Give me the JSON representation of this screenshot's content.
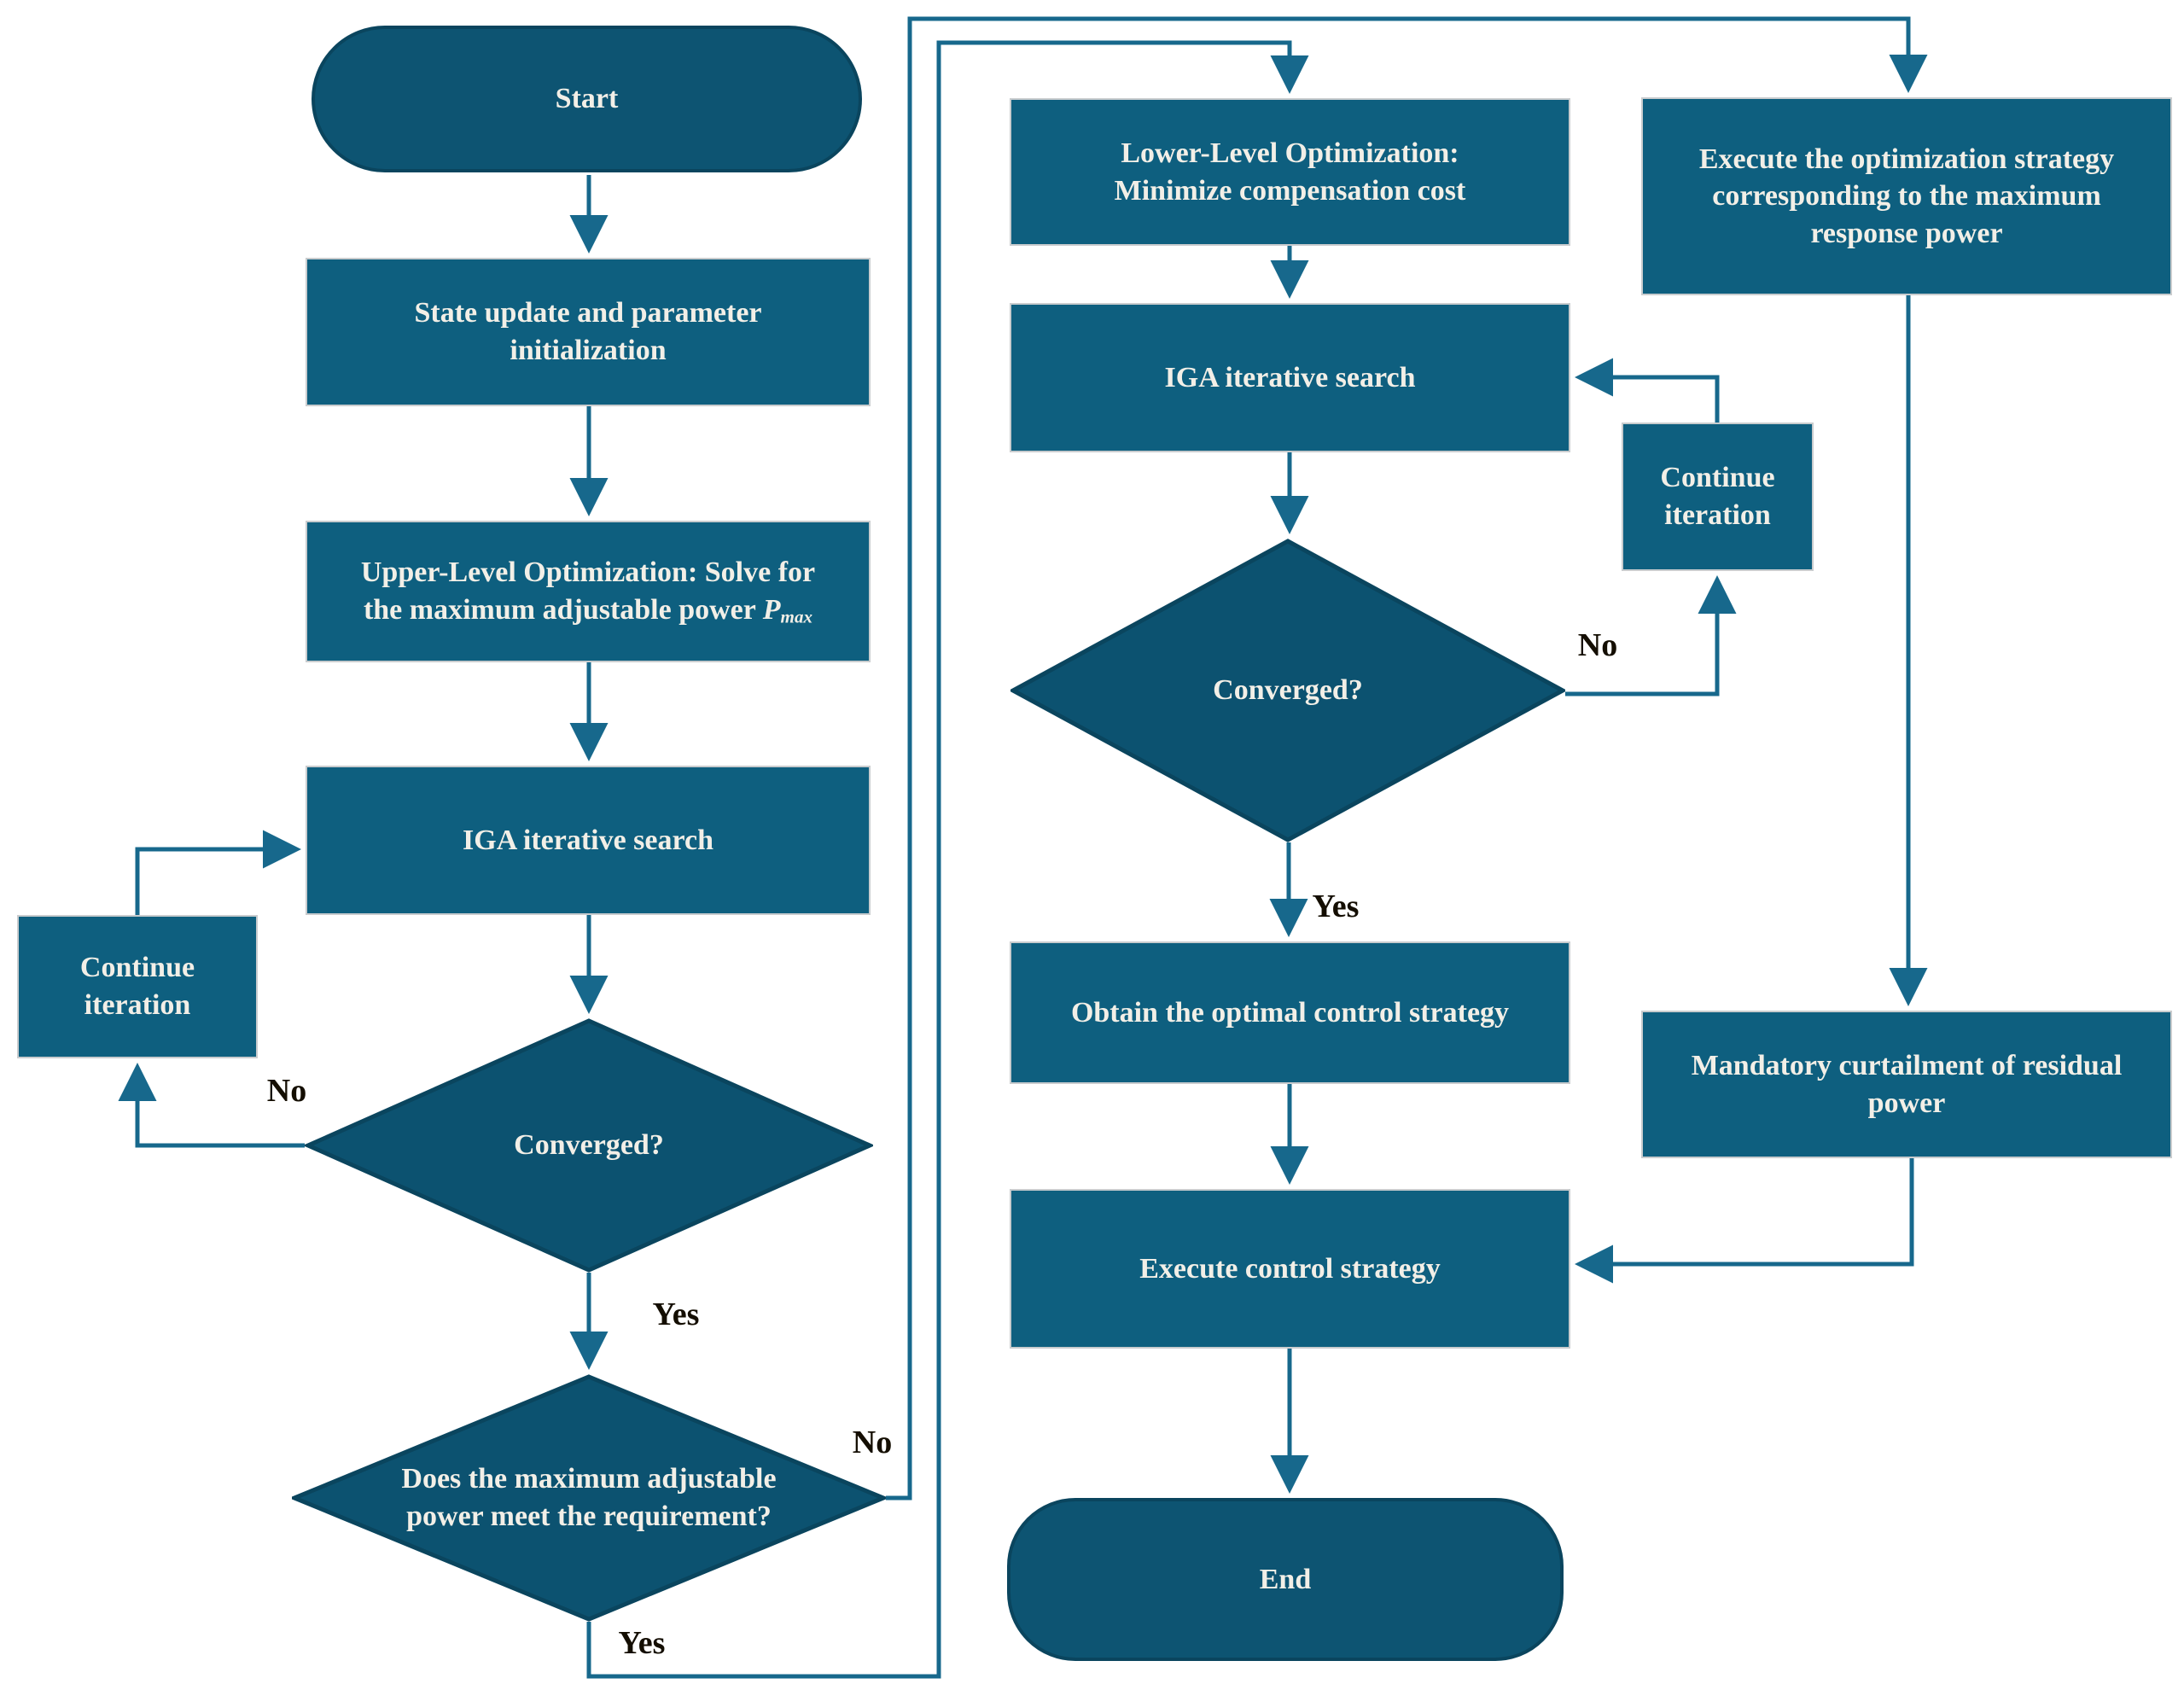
{
  "labels": {
    "yes": "Yes",
    "no": "No"
  },
  "nodes": {
    "start": {
      "text": "Start"
    },
    "state_update": {
      "lines": [
        "State update and parameter",
        "initialization"
      ]
    },
    "upper_level": {
      "line1": "Upper-Level Optimization: Solve for",
      "line2_prefix": "the maximum adjustable power ",
      "p_var": "P",
      "p_sub": "max"
    },
    "iga1": {
      "text": "IGA iterative search"
    },
    "conv1": {
      "text": "Converged?"
    },
    "continue1": {
      "lines": [
        "Continue",
        "iteration"
      ]
    },
    "meet_req": {
      "lines": [
        "Does the maximum adjustable",
        "power meet the requirement?"
      ]
    },
    "lower_level": {
      "lines": [
        "Lower-Level Optimization:",
        "Minimize compensation cost"
      ]
    },
    "iga2": {
      "text": "IGA iterative search"
    },
    "conv2": {
      "text": "Converged?"
    },
    "continue2": {
      "lines": [
        "Continue",
        "iteration"
      ]
    },
    "obtain": {
      "text": "Obtain the optimal control strategy"
    },
    "execute_strategy": {
      "text": "Execute control strategy"
    },
    "end": {
      "text": "End"
    },
    "execute_opt": {
      "lines": [
        "Execute the optimization strategy",
        "corresponding to the maximum",
        "response power"
      ]
    },
    "mandatory": {
      "lines": [
        "Mandatory curtailment of residual",
        "power"
      ]
    }
  },
  "colors": {
    "line": "#17688C",
    "rect_fill": "#0E5F7F",
    "diamond_fill": "#0C5270",
    "pill_fill": "#0D5472",
    "node_text": "#F2EFE7",
    "edge_label_text": "#140E02",
    "rect_border": "#C9CCCE",
    "dark_border": "#0A455E"
  }
}
